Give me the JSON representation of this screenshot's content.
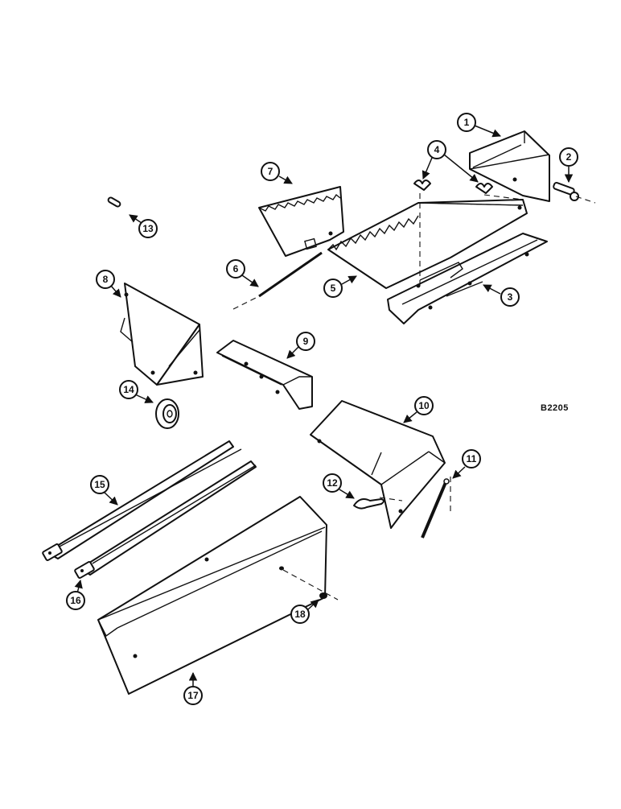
{
  "drawing_reference": "B2205",
  "callouts": [
    "1",
    "2",
    "3",
    "4",
    "5",
    "6",
    "7",
    "8",
    "9",
    "10",
    "11",
    "12",
    "13",
    "14",
    "15",
    "16",
    "17",
    "18"
  ]
}
